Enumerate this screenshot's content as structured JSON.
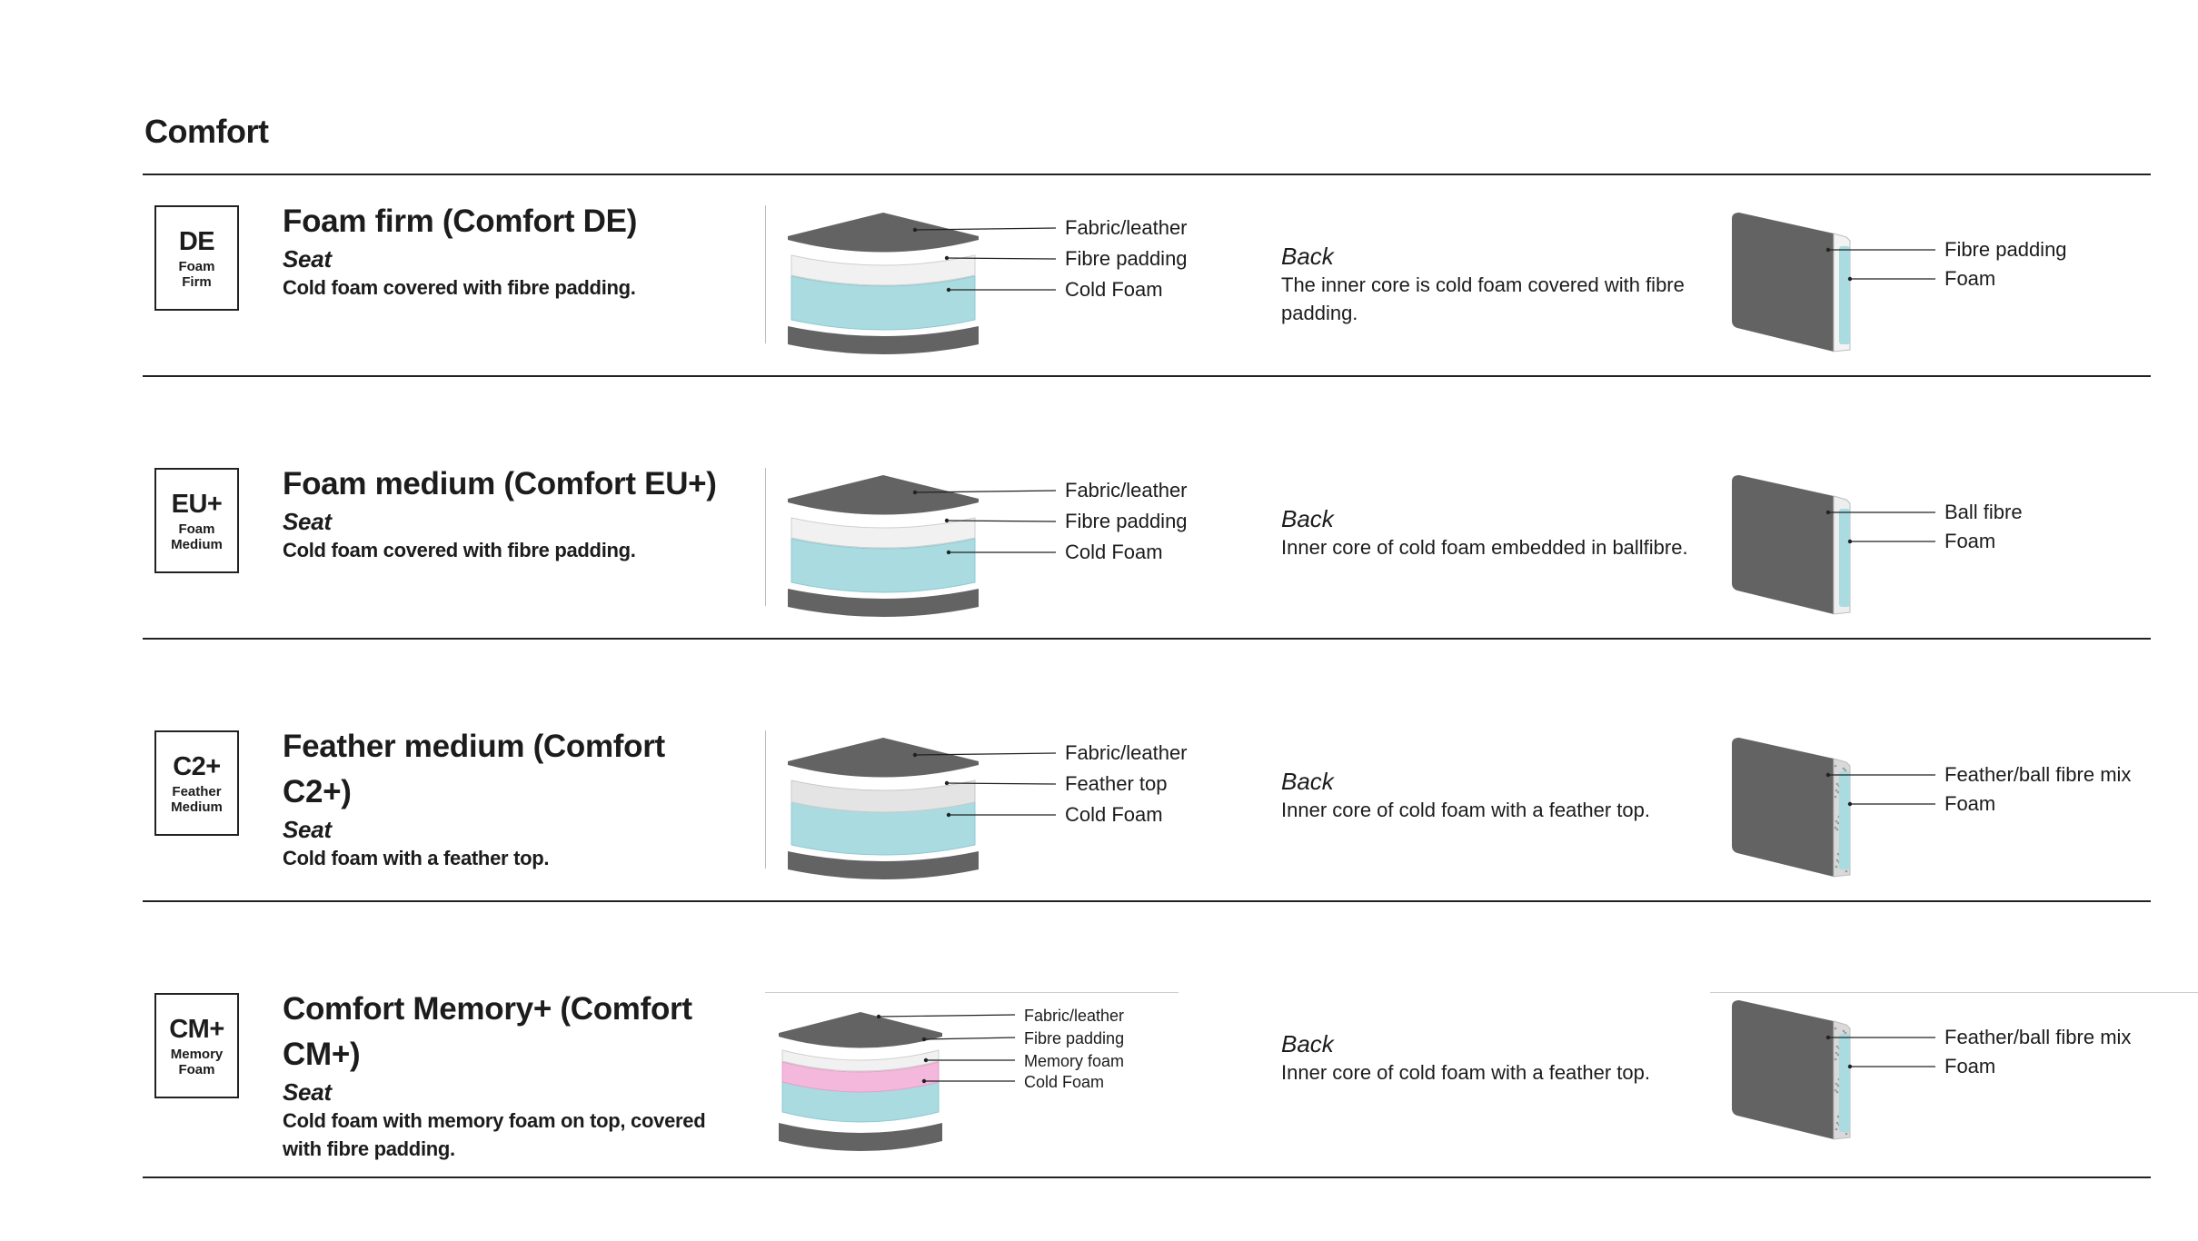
{
  "page": {
    "title": "Comfort"
  },
  "rows": [
    {
      "badge": {
        "code": "DE",
        "sub": "Foam\nFirm"
      },
      "title": "Foam firm (Comfort DE)",
      "seat_label": "Seat",
      "seat_desc": "Cold foam covered with fibre padding.",
      "seat_layers": [
        "Fabric/leather",
        "Fibre padding",
        "Cold Foam"
      ],
      "back_label": "Back",
      "back_desc": "The inner core is cold foam covered with fibre padding.",
      "back_layers": [
        "Fibre padding",
        "Foam"
      ]
    },
    {
      "badge": {
        "code": "EU+",
        "sub": "Foam\nMedium"
      },
      "title": "Foam medium (Comfort EU+)",
      "seat_label": "Seat",
      "seat_desc": "Cold foam covered with fibre padding.",
      "seat_layers": [
        "Fabric/leather",
        "Fibre padding",
        "Cold Foam"
      ],
      "back_label": "Back",
      "back_desc": "Inner core of cold foam embedded in ballfibre.",
      "back_layers": [
        "Ball fibre",
        "Foam"
      ]
    },
    {
      "badge": {
        "code": "C2+",
        "sub": "Feather\nMedium"
      },
      "title": "Feather medium (Comfort C2+)",
      "seat_label": "Seat",
      "seat_desc": "Cold foam with a feather top.",
      "seat_layers": [
        "Fabric/leather",
        "Feather top",
        "Cold Foam"
      ],
      "back_label": "Back",
      "back_desc": "Inner core of cold foam with a feather top.",
      "back_layers": [
        "Feather/ball fibre mix",
        "Foam"
      ]
    },
    {
      "badge": {
        "code": "CM+",
        "sub": "Memory\nFoam"
      },
      "title": "Comfort Memory+ (Comfort CM+)",
      "seat_label": "Seat",
      "seat_desc": "Cold foam with memory foam on top, covered with fibre padding.",
      "seat_layers": [
        "Fabric/leather",
        "Fibre padding",
        "Memory foam",
        "Cold Foam"
      ],
      "back_label": "Back",
      "back_desc": "Inner core of cold foam with a feather top.",
      "back_layers": [
        "Feather/ball fibre mix",
        "Foam"
      ]
    }
  ],
  "colors": {
    "fabric": "#636363",
    "fibre_padding": "#f1f1f1",
    "cold_foam": "#a9dbe1",
    "memory_foam": "#f3b8dc",
    "feather": "#e4e4e4"
  }
}
